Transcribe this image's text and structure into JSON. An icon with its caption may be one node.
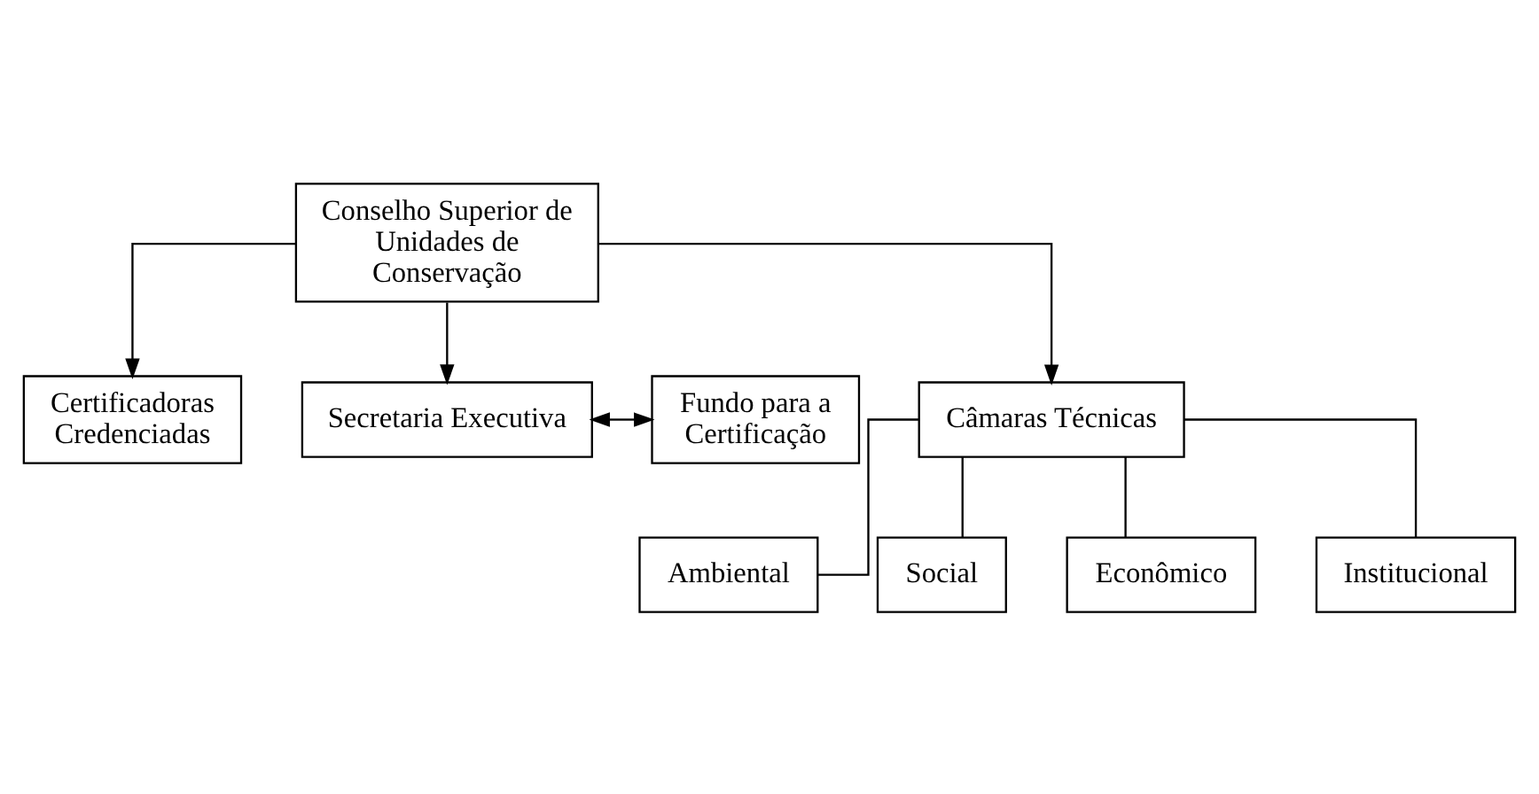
{
  "diagram": {
    "nodes": [
      {
        "text": [
          "Conselho Superior de Unidades de Conservação"
        ]
      },
      {
        "text": [
          "Certificadoras Credenciadas"
        ]
      },
      {
        "text": [
          "Secretaria Executiva"
        ]
      },
      {
        "text": [
          "Fundo para a Certificação"
        ]
      },
      {
        "text": [
          "Câmaras Técnicas"
        ]
      },
      {
        "text": [
          "Ambiental"
        ]
      },
      {
        "text": [
          "Social"
        ]
      },
      {
        "text": [
          "Econômico"
        ]
      },
      {
        "text": [
          "Institucional"
        ]
      }
    ],
    "edges": [
      {
        "from": 0,
        "to": 1,
        "arrow": "to"
      },
      {
        "from": 0,
        "to": 2,
        "arrow": "to"
      },
      {
        "from": 2,
        "to": 3,
        "arrow": "both"
      },
      {
        "from": 0,
        "to": 4,
        "arrow": "to"
      },
      {
        "from": 4,
        "to": 5,
        "arrow": "none"
      },
      {
        "from": 4,
        "to": 6,
        "arrow": "none"
      },
      {
        "from": 4,
        "to": 7,
        "arrow": "none"
      },
      {
        "from": 4,
        "to": 8,
        "arrow": "none"
      }
    ]
  }
}
